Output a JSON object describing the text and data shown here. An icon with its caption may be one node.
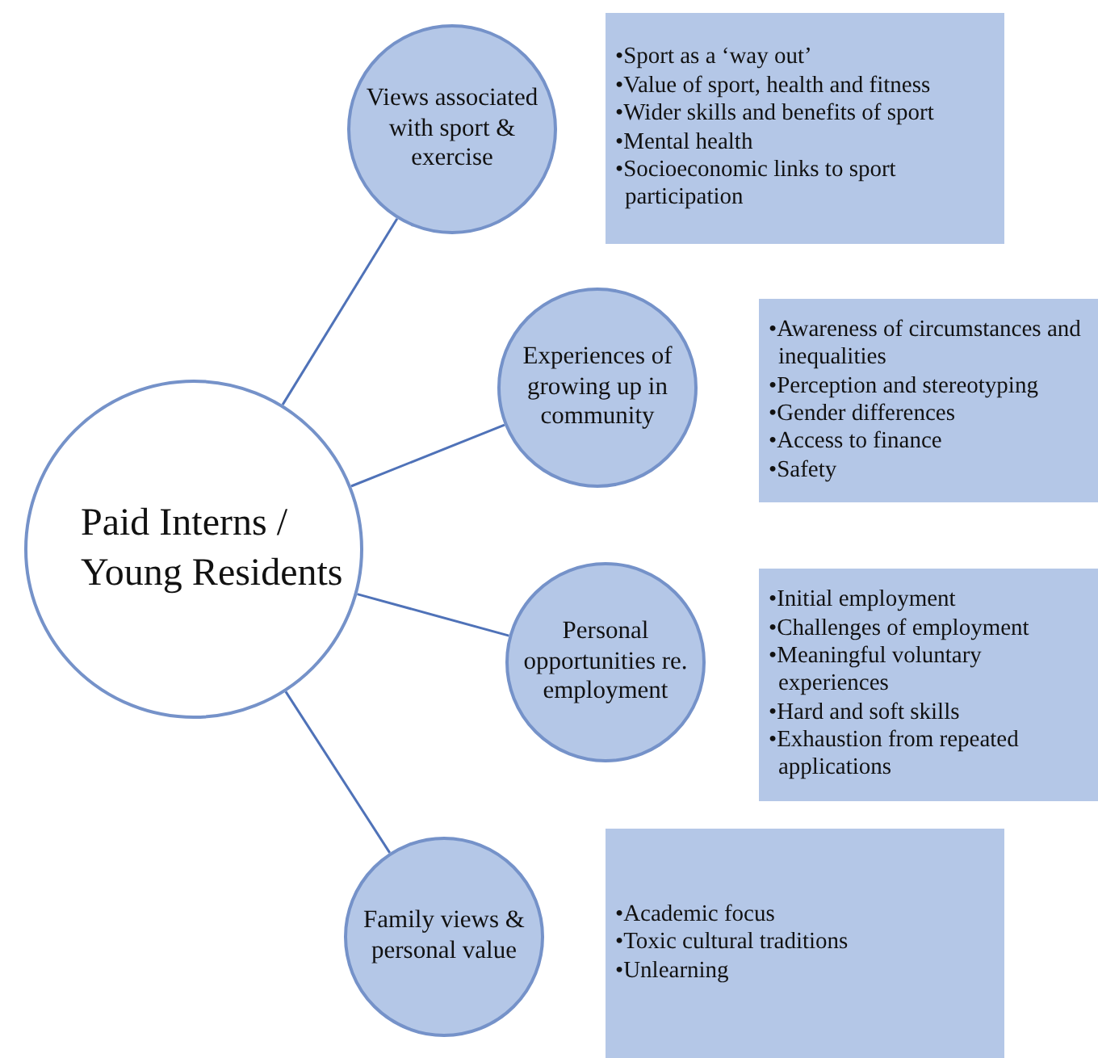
{
  "diagram": {
    "nodes": [
      {
        "text": [
          "Paid Interns / Young Residents"
        ]
      },
      {
        "text": [
          "Views associated with sport & exercise"
        ]
      },
      {
        "text": [
          "•Sport as a ‘way out’",
          "•Value of sport, health and fitness",
          "•Wider skills and benefits of sport",
          "•Mental health",
          "•Socioeconomic links to sport participation"
        ]
      },
      {
        "text": [
          "Experiences of growing up in community"
        ]
      },
      {
        "text": [
          "•Awareness of circumstances and inequalities",
          "•Perception and stereotyping",
          "•Gender differences",
          "•Access to finance",
          "•Safety"
        ]
      },
      {
        "text": [
          "Personal opportunities re. employment"
        ]
      },
      {
        "text": [
          "•Initial employment",
          "•Challenges of employment",
          "•Meaningful voluntary experiences",
          "•Hard and soft skills",
          "•Exhaustion from repeated applications"
        ]
      },
      {
        "text": [
          "Family views & personal value"
        ]
      },
      {
        "text": [
          "•Academic focus",
          "•Toxic cultural traditions",
          "•Unlearning"
        ]
      }
    ],
    "edges": [
      {
        "from": 0,
        "to": 1,
        "arrow": "none"
      },
      {
        "from": 0,
        "to": 3,
        "arrow": "none"
      },
      {
        "from": 0,
        "to": 5,
        "arrow": "none"
      },
      {
        "from": 0,
        "to": 7,
        "arrow": "none"
      }
    ]
  }
}
